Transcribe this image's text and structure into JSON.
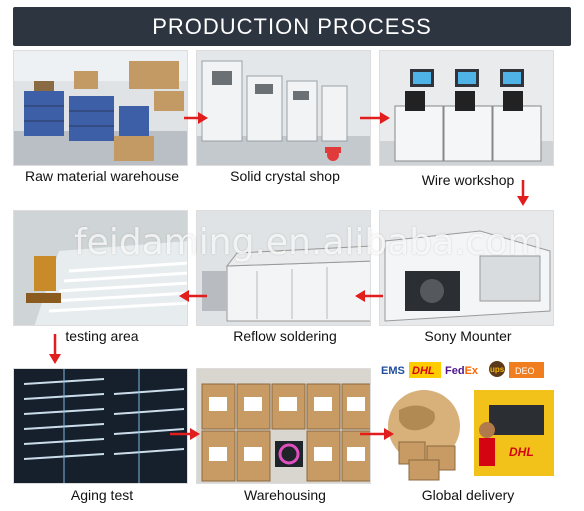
{
  "header": {
    "title": "PRODUCTION PROCESS"
  },
  "steps": [
    {
      "label": "Raw material warehouse"
    },
    {
      "label": "Solid crystal shop"
    },
    {
      "label": "Wire workshop"
    },
    {
      "label": "testing area"
    },
    {
      "label": "Reflow soldering"
    },
    {
      "label": "Sony Mounter"
    },
    {
      "label": "Aging test"
    },
    {
      "label": "Warehousing"
    },
    {
      "label": "Global delivery"
    }
  ],
  "watermark": "feidaming.en.alibaba.com",
  "couriers": [
    "EMS",
    "DHL",
    "FedEx",
    "ups",
    "DEO"
  ],
  "colors": {
    "header_bg": "#2d3540",
    "arrow": "#e21d1d"
  }
}
